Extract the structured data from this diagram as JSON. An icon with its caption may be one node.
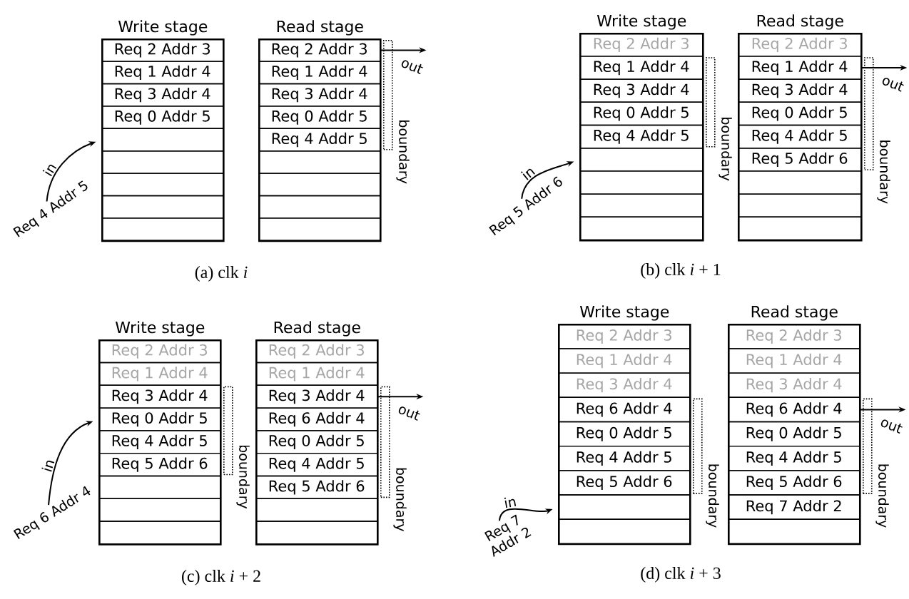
{
  "diagram": {
    "nodes": [
      {
        "text": [
          "Write stage"
        ]
      },
      {
        "text": [
          "Req 2 Addr 3"
        ],
        "in": 0
      },
      {
        "text": [
          "Req 1 Addr 4"
        ],
        "in": 0
      },
      {
        "text": [
          "Req 3 Addr 4"
        ],
        "in": 0
      },
      {
        "text": [
          "Req 0 Addr 5"
        ],
        "in": 0
      },
      {
        "text": [],
        "shape": "box",
        "in": 0
      },
      {
        "text": [],
        "shape": "box",
        "in": 0
      },
      {
        "text": [],
        "shape": "box",
        "in": 0
      },
      {
        "text": [],
        "shape": "box",
        "in": 0
      },
      {
        "text": [],
        "shape": "box",
        "in": 0
      },
      {
        "text": [
          "Read stage"
        ]
      },
      {
        "text": [
          "Req 2 Addr 3"
        ],
        "in": 10
      },
      {
        "text": [
          "Req 1 Addr 4"
        ],
        "in": 10
      },
      {
        "text": [
          "Req 3 Addr 4"
        ],
        "in": 10
      },
      {
        "text": [
          "Req 0 Addr 5"
        ],
        "in": 10
      },
      {
        "text": [
          "Req 4 Addr 5"
        ],
        "in": 10
      },
      {
        "text": [],
        "shape": "box",
        "in": 10
      },
      {
        "text": [],
        "shape": "box",
        "in": 10
      },
      {
        "text": [],
        "shape": "box",
        "in": 10
      },
      {
        "text": [],
        "shape": "box",
        "in": 10
      },
      {
        "text": [
          "boundary"
        ]
      },
      {
        "text": [
          "Req 4 Addr 5"
        ]
      },
      {
        "text": [
          "Write stage"
        ]
      },
      {
        "text": [
          "Req 2 Addr 3"
        ],
        "in": 22
      },
      {
        "text": [
          "Req 1 Addr 4"
        ],
        "in": 22
      },
      {
        "text": [
          "Req 3 Addr 4"
        ],
        "in": 22
      },
      {
        "text": [
          "Req 0 Addr 5"
        ],
        "in": 22
      },
      {
        "text": [
          "Req 4 Addr 5"
        ],
        "in": 22
      },
      {
        "text": [],
        "shape": "box",
        "in": 22
      },
      {
        "text": [],
        "shape": "box",
        "in": 22
      },
      {
        "text": [],
        "shape": "box",
        "in": 22
      },
      {
        "text": [],
        "shape": "box",
        "in": 22
      },
      {
        "text": [
          "Read stage"
        ]
      },
      {
        "text": [
          "Req 2 Addr 3"
        ],
        "in": 32
      },
      {
        "text": [
          "Req 1 Addr 4"
        ],
        "in": 32
      },
      {
        "text": [
          "Req 3 Addr 4"
        ],
        "in": 32
      },
      {
        "text": [
          "Req 0 Addr 5"
        ],
        "in": 32
      },
      {
        "text": [
          "Req 4 Addr 5"
        ],
        "in": 32
      },
      {
        "text": [
          "Req 5 Addr 6"
        ],
        "in": 32
      },
      {
        "text": [],
        "shape": "box",
        "in": 32
      },
      {
        "text": [],
        "shape": "box",
        "in": 32
      },
      {
        "text": [],
        "shape": "box",
        "in": 32
      },
      {
        "text": [
          "boundary"
        ]
      },
      {
        "text": [
          "boundary"
        ]
      },
      {
        "text": [
          "Req 5 Addr 6"
        ]
      },
      {
        "text": [
          "Write stage"
        ]
      },
      {
        "text": [
          "Req 2 Addr 3"
        ],
        "in": 45
      },
      {
        "text": [
          "Req 1 Addr 4"
        ],
        "in": 45
      },
      {
        "text": [
          "Req 3 Addr 4"
        ],
        "in": 45
      },
      {
        "text": [
          "Req 0 Addr 5"
        ],
        "in": 45
      },
      {
        "text": [
          "Req 4 Addr 5"
        ],
        "in": 45
      },
      {
        "text": [
          "Req 5 Addr 6"
        ],
        "in": 45
      },
      {
        "text": [],
        "shape": "box",
        "in": 45
      },
      {
        "text": [],
        "shape": "box",
        "in": 45
      },
      {
        "text": [],
        "shape": "box",
        "in": 45
      },
      {
        "text": [
          "Read stage"
        ]
      },
      {
        "text": [
          "Req 2 Addr 3"
        ],
        "in": 55
      },
      {
        "text": [
          "Req 1 Addr 4"
        ],
        "in": 55
      },
      {
        "text": [
          "Req 3 Addr 4"
        ],
        "in": 55
      },
      {
        "text": [
          "Req 6 Addr 4"
        ],
        "in": 55
      },
      {
        "text": [
          "Req 0 Addr 5"
        ],
        "in": 55
      },
      {
        "text": [
          "Req 4 Addr 5"
        ],
        "in": 55
      },
      {
        "text": [
          "Req 5 Addr 6"
        ],
        "in": 55
      },
      {
        "text": [],
        "shape": "box",
        "in": 55
      },
      {
        "text": [],
        "shape": "box",
        "in": 55
      },
      {
        "text": [
          "boundary"
        ]
      },
      {
        "text": [
          "boundary"
        ]
      },
      {
        "text": [
          "Req 6 Addr 4"
        ]
      },
      {
        "text": [
          "Write stage"
        ]
      },
      {
        "text": [
          "Req 2 Addr 3"
        ],
        "in": 68
      },
      {
        "text": [
          "Req 1 Addr 4"
        ],
        "in": 68
      },
      {
        "text": [
          "Req 3 Addr 4"
        ],
        "in": 68
      },
      {
        "text": [
          "Req 6 Addr 4"
        ],
        "in": 68
      },
      {
        "text": [
          "Req 0 Addr 5"
        ],
        "in": 68
      },
      {
        "text": [
          "Req 4 Addr 5"
        ],
        "in": 68
      },
      {
        "text": [
          "Req 5 Addr 6"
        ],
        "in": 68
      },
      {
        "text": [],
        "shape": "box",
        "in": 68
      },
      {
        "text": [],
        "shape": "box",
        "in": 68
      },
      {
        "text": [
          "Read stage"
        ]
      },
      {
        "text": [
          "Req 2 Addr 3"
        ],
        "in": 78
      },
      {
        "text": [
          "Req 1 Addr 4"
        ],
        "in": 78
      },
      {
        "text": [
          "Req 3 Addr 4"
        ],
        "in": 78
      },
      {
        "text": [
          "Req 6 Addr 4"
        ],
        "in": 78
      },
      {
        "text": [
          "Req 0 Addr 5"
        ],
        "in": 78
      },
      {
        "text": [
          "Req 4 Addr 5"
        ],
        "in": 78
      },
      {
        "text": [
          "Req 5 Addr 6"
        ],
        "in": 78
      },
      {
        "text": [
          "Req 7 Addr 2"
        ],
        "in": 78
      },
      {
        "text": [],
        "shape": "box",
        "in": 78
      },
      {
        "text": [
          "boundary"
        ]
      },
      {
        "text": [
          "boundary"
        ]
      },
      {
        "text": [
          "Req 7 Addr 2"
        ]
      }
    ],
    "edges": [
      {
        "from": 21,
        "to": 5,
        "arrow": "to",
        "label": "in"
      },
      {
        "from": 11,
        "to": null,
        "arrow": "to",
        "label": "out"
      },
      {
        "from": 44,
        "to": 28,
        "arrow": "to",
        "label": "in"
      },
      {
        "from": 34,
        "to": null,
        "arrow": "to",
        "label": "out"
      },
      {
        "from": 67,
        "to": 49,
        "arrow": "to",
        "label": "in"
      },
      {
        "from": 58,
        "to": null,
        "arrow": "to",
        "label": "out"
      },
      {
        "from": 90,
        "to": 76,
        "arrow": "to",
        "label": "in"
      },
      {
        "from": 82,
        "to": null,
        "arrow": "to",
        "label": "out"
      }
    ],
    "labels": [
      "(a) clk *i*",
      "(b) clk *i* + 1",
      "(c) clk *i* + 2",
      "(d) clk *i* + 3"
    ]
  }
}
